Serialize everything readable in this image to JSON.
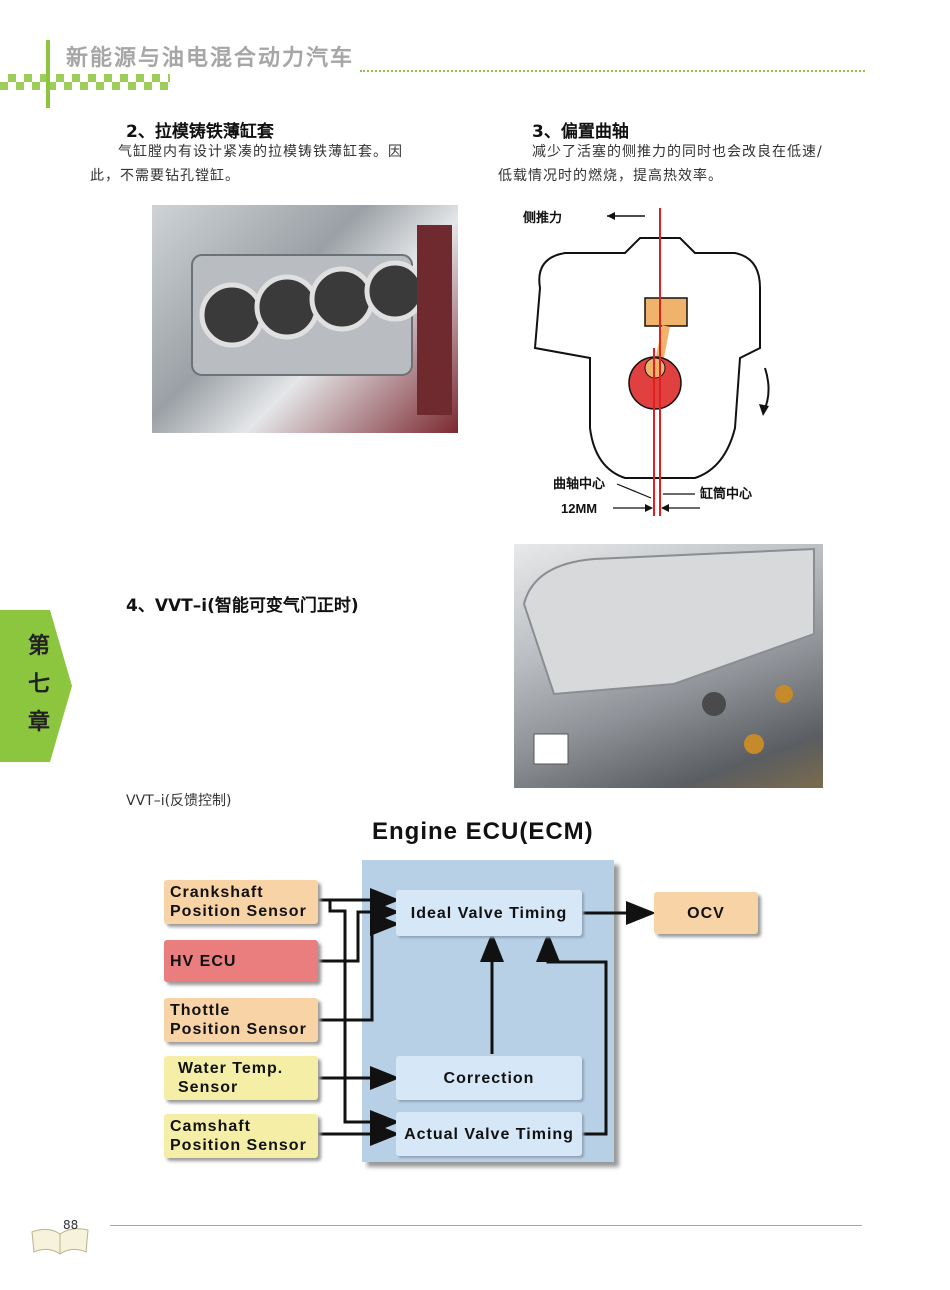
{
  "header": {
    "title": "新能源与油电混合动力汽车"
  },
  "sections": {
    "s2": {
      "title": "2、拉模铸铁薄缸套",
      "text_line1": "气缸膛内有设计紧凑的拉模铸铁薄缸套。因",
      "text_line2": "此，不需要钻孔镗缸。"
    },
    "s3": {
      "title": "3、偏置曲轴",
      "text_line1": "减少了活塞的侧推力的同时也会改良在低速/",
      "text_line2": "低载情况时的燃烧，提高热效率。",
      "figure": {
        "side_thrust": "侧推力",
        "crank_center": "曲轴中心",
        "cyl_center": "缸筒中心",
        "offset": "12MM"
      }
    },
    "s4": {
      "title": "4、VVT–i(智能可变气门正时)"
    }
  },
  "chapter": {
    "label": "第七章",
    "c1": "第",
    "c2": "七",
    "c3": "章"
  },
  "caption": "VVT–i(反馈控制)",
  "diagram": {
    "title": "Engine ECU(ECM)",
    "inputs": {
      "crankshaft": {
        "l1": "Crankshaft",
        "l2": "Position Sensor"
      },
      "hv_ecu": {
        "l1": "HV ECU"
      },
      "throttle": {
        "l1": "Thottle",
        "l2": "Position Sensor"
      },
      "water": {
        "l1": "Water Temp.",
        "l2": "Sensor"
      },
      "camshaft": {
        "l1": "Camshaft",
        "l2": "Position Sensor"
      }
    },
    "ideal": "Ideal Valve Timing",
    "correction": "Correction",
    "actual": "Actual Valve Timing",
    "ocv": "OCV",
    "colors": {
      "panel": "#b8d0e6",
      "peach": "#f8d3a6",
      "red": "#ea7e7e",
      "yellow": "#f5eea6"
    }
  },
  "footer": {
    "page": "88"
  }
}
